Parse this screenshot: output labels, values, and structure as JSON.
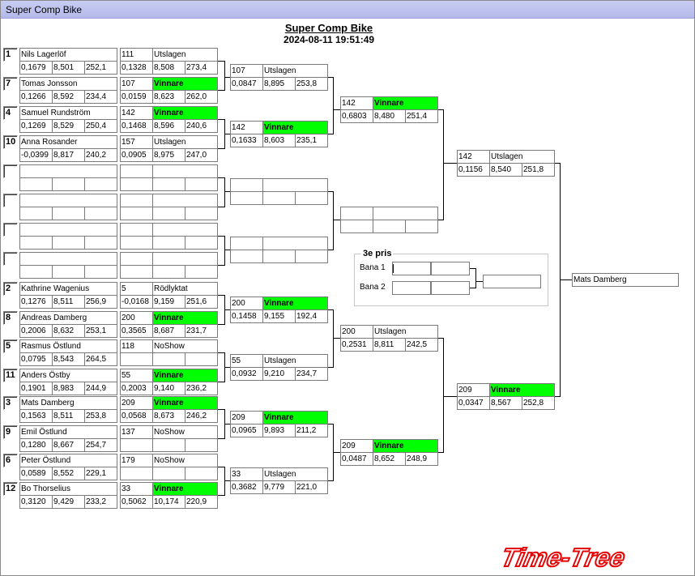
{
  "window_title": "Super Comp Bike",
  "header": {
    "title": "Super Comp Bike",
    "datetime": "2024-08-11 19:51:49"
  },
  "logo_text": "Time-Tree",
  "colors": {
    "winner": "#00ff00",
    "title_bar": "#c2c6f0",
    "logo": "#e60000"
  },
  "third_place": {
    "title": "3e pris",
    "lane1": "Bana 1",
    "lane2": "Bana 2"
  },
  "final_winner": "Mats Damberg",
  "riders": [
    {
      "seed": "1",
      "name": "Nils Lagerlöf",
      "r": "0,1679",
      "et": "8,501",
      "speed": "252,1"
    },
    {
      "seed": "7",
      "name": "Tomas Jonsson",
      "r": "0,1266",
      "et": "8,592",
      "speed": "234,4"
    },
    {
      "seed": "4",
      "name": "Samuel Rundström",
      "r": "0,1269",
      "et": "8,529",
      "speed": "250,4"
    },
    {
      "seed": "10",
      "name": "Anna Rosander",
      "r": "-0,0399",
      "et": "8,817",
      "speed": "240,2"
    },
    {
      "seed": "2",
      "name": "Kathrine Wagenius",
      "r": "0,1276",
      "et": "8,511",
      "speed": "256,9"
    },
    {
      "seed": "8",
      "name": "Andreas Damberg",
      "r": "0,2006",
      "et": "8,632",
      "speed": "253,1"
    },
    {
      "seed": "5",
      "name": "Rasmus Östlund",
      "r": "0,0795",
      "et": "8,543",
      "speed": "264,5"
    },
    {
      "seed": "11",
      "name": "Anders Östby",
      "r": "0,1901",
      "et": "8,983",
      "speed": "244,9"
    },
    {
      "seed": "3",
      "name": "Mats Damberg",
      "r": "0,1563",
      "et": "8,511",
      "speed": "253,8"
    },
    {
      "seed": "9",
      "name": "Emil Östlund",
      "r": "0,1280",
      "et": "8,667",
      "speed": "254,7"
    },
    {
      "seed": "6",
      "name": "Peter Östlund",
      "r": "0,0589",
      "et": "8,552",
      "speed": "229,1"
    },
    {
      "seed": "12",
      "name": "Bo Thorselius",
      "r": "0,3120",
      "et": "9,429",
      "speed": "233,2"
    }
  ],
  "round1": [
    {
      "num": "111",
      "res": "Utslagen",
      "r": "0,1328",
      "et": "8,508",
      "speed": "273,4",
      "win": false
    },
    {
      "num": "107",
      "res": "Vinnare",
      "r": "0,0159",
      "et": "8,623",
      "speed": "262,0",
      "win": true
    },
    {
      "num": "142",
      "res": "Vinnare",
      "r": "0,1468",
      "et": "8,596",
      "speed": "240,6",
      "win": true
    },
    {
      "num": "157",
      "res": "Utslagen",
      "r": "0,0905",
      "et": "8,975",
      "speed": "247,0",
      "win": false
    },
    {
      "num": "5",
      "res": "Rödlyktat",
      "r": "-0,0168",
      "et": "9,159",
      "speed": "251,6",
      "win": false
    },
    {
      "num": "200",
      "res": "Vinnare",
      "r": "0,3565",
      "et": "8,687",
      "speed": "231,7",
      "win": true
    },
    {
      "num": "118",
      "res": "NoShow",
      "r": "",
      "et": "",
      "speed": "",
      "win": false
    },
    {
      "num": "55",
      "res": "Vinnare",
      "r": "0,2003",
      "et": "9,140",
      "speed": "236,2",
      "win": true
    },
    {
      "num": "209",
      "res": "Vinnare",
      "r": "0,0568",
      "et": "8,673",
      "speed": "246,2",
      "win": true
    },
    {
      "num": "137",
      "res": "NoShow",
      "r": "",
      "et": "",
      "speed": "",
      "win": false
    },
    {
      "num": "179",
      "res": "NoShow",
      "r": "",
      "et": "",
      "speed": "",
      "win": false
    },
    {
      "num": "33",
      "res": "Vinnare",
      "r": "0,5062",
      "et": "10,174",
      "speed": "220,9",
      "win": true
    }
  ],
  "round2": [
    {
      "num": "107",
      "res": "Utslagen",
      "r": "0,0847",
      "et": "8,895",
      "speed": "253,8",
      "win": false
    },
    {
      "num": "142",
      "res": "Vinnare",
      "r": "0,1633",
      "et": "8,603",
      "speed": "235,1",
      "win": true
    },
    {
      "num": "",
      "res": "",
      "r": "",
      "et": "",
      "speed": "",
      "win": false
    },
    {
      "num": "",
      "res": "",
      "r": "",
      "et": "",
      "speed": "",
      "win": false
    },
    {
      "num": "200",
      "res": "Vinnare",
      "r": "0,1458",
      "et": "9,155",
      "speed": "192,4",
      "win": true
    },
    {
      "num": "55",
      "res": "Utslagen",
      "r": "0,0932",
      "et": "9,210",
      "speed": "234,7",
      "win": false
    },
    {
      "num": "209",
      "res": "Vinnare",
      "r": "0,0965",
      "et": "9,893",
      "speed": "211,2",
      "win": true
    },
    {
      "num": "33",
      "res": "Utslagen",
      "r": "0,3682",
      "et": "9,779",
      "speed": "221,0",
      "win": false
    }
  ],
  "round3": [
    {
      "num": "142",
      "res": "Vinnare",
      "r": "0,6803",
      "et": "8,480",
      "speed": "251,4",
      "win": true
    },
    {
      "num": "",
      "res": "",
      "r": "",
      "et": "",
      "speed": "",
      "win": false
    },
    {
      "num": "200",
      "res": "Utslagen",
      "r": "0,2531",
      "et": "8,811",
      "speed": "242,5",
      "win": false
    },
    {
      "num": "209",
      "res": "Vinnare",
      "r": "0,0487",
      "et": "8,652",
      "speed": "248,9",
      "win": true
    }
  ],
  "round4": [
    {
      "num": "142",
      "res": "Utslagen",
      "r": "0,1156",
      "et": "8,540",
      "speed": "251,8",
      "win": false
    },
    {
      "num": "209",
      "res": "Vinnare",
      "r": "0,0347",
      "et": "8,567",
      "speed": "252,8",
      "win": true
    }
  ]
}
